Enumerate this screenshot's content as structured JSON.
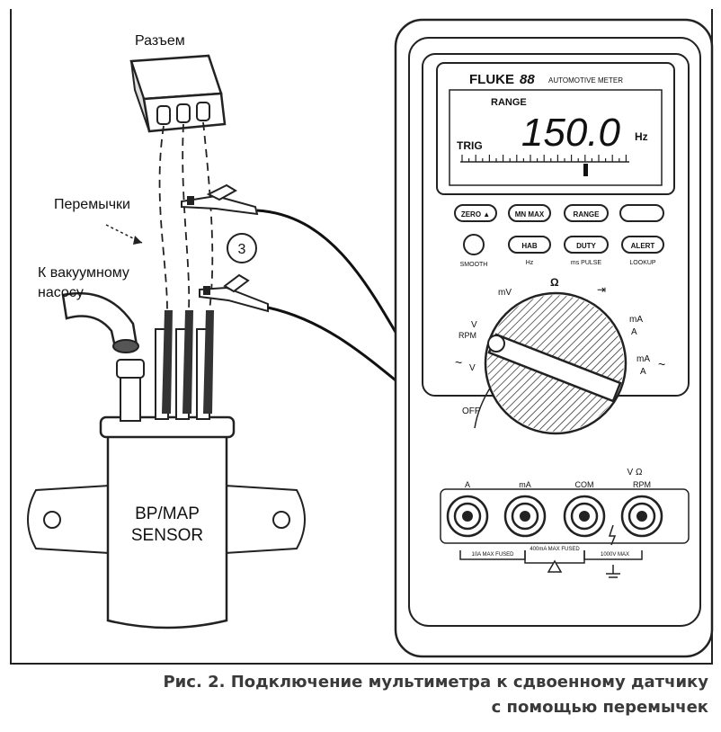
{
  "labels": {
    "connector": "Разъем",
    "jumpers": "Перемычки",
    "vacuum_line1": "К вакуумному",
    "vacuum_line2": "насосу",
    "callout": "3",
    "sensor_line1": "BP/MAP",
    "sensor_line2": "SENSOR"
  },
  "meter": {
    "brand": "FLUKE",
    "model": "88",
    "subtitle": "AUTOMOTIVE METER",
    "range": "RANGE",
    "trig": "TRIG",
    "reading": "150.0",
    "unit": "Hz",
    "buttons": {
      "zero": "ZERO ▲",
      "minmax": "MN MAX",
      "range": "RANGE",
      "hold": "HAB",
      "duty": "DUTY",
      "alert": "ALERT",
      "smooth": "SMOOTH",
      "hz": "Hz",
      "pulse": "ms PULSE",
      "lookup": "LOOKUP"
    },
    "dial": {
      "mv": "mV",
      "ohm": "Ω",
      "diode": "⇥",
      "v_rpm_v": "V",
      "v_rpm_rpm": "RPM",
      "ma": "mA",
      "ma_sub": "A",
      "ac_v": "V",
      "ac_ma": "mA",
      "ac_a": "A",
      "off": "OFF"
    },
    "jacks": {
      "a": "A",
      "ma": "mA",
      "com": "COM",
      "vohm": "V Ω",
      "rpm": "RPM",
      "fused1": "10A MAX FUSED",
      "fused2": "400mA MAX FUSED",
      "max_v": "1000V MAX"
    }
  },
  "caption": {
    "line1": "Рис. 2. Подключение мультиметра к сдвоенному датчику",
    "line2": "с помощью перемычек"
  }
}
